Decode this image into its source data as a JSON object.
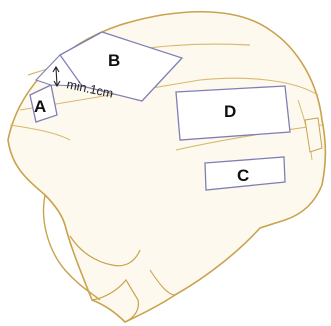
{
  "labels": {
    "a": "A",
    "b": "B",
    "c": "C",
    "d": "D"
  },
  "measurement": {
    "text": "min.1cm"
  },
  "colors": {
    "helmet_outline": "#c9a24e",
    "helmet_fill": "#fdf9ee",
    "zone_outline": "#7f7fb6",
    "zone_fill": "#ffffff"
  }
}
